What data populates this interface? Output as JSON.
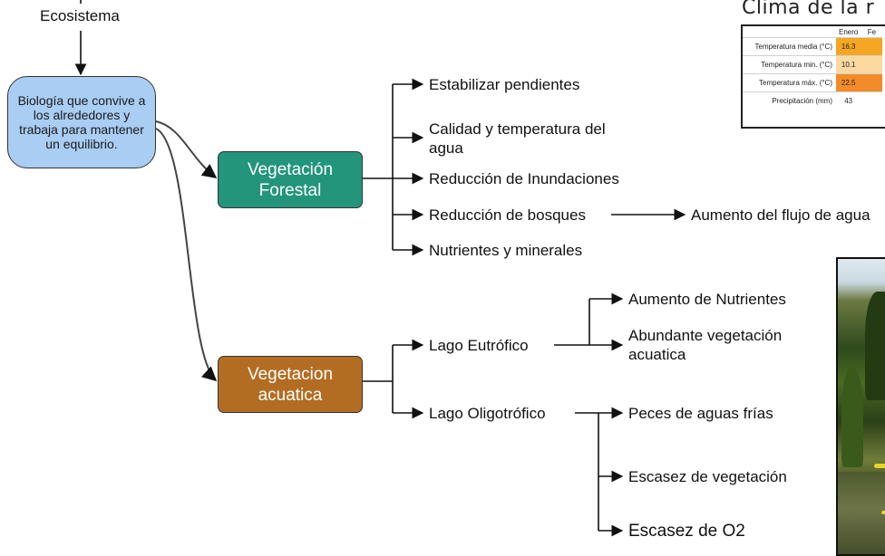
{
  "top": {
    "label": "Ecosistema"
  },
  "root": {
    "text": "Biología que convive a los alrededores y trabaja para mantener un equilibrio."
  },
  "forest": {
    "title": "Vegetación Forestal",
    "color": "#22957b",
    "items": [
      "Estabilizar pendientes",
      "Calidad y temperatura del agua",
      "Reducción de Inundaciones",
      "Reducción de bosques",
      "Nutrientes y minerales"
    ],
    "bosques_effect": "Aumento del flujo de agua"
  },
  "aquatic": {
    "title": "Vegetacion acuatica",
    "color": "#b36d23",
    "eutrofico": {
      "label": "Lago Eutrófico",
      "effects": [
        "Aumento de Nutrientes",
        "Abundante vegetación acuatica"
      ]
    },
    "oligotrofico": {
      "label": "Lago Oligotrófico",
      "effects": [
        "Peces de aguas frías",
        "Escasez de vegetación",
        "Escasez de O2"
      ]
    }
  },
  "climate": {
    "title": "Clima de la r",
    "months": [
      "Enero",
      "Fe"
    ],
    "rows": [
      {
        "label": "Temperatura media (°C)",
        "value": "16.3",
        "color": "#f5a623"
      },
      {
        "label": "Temperatura min. (°C)",
        "value": "10.1",
        "color": "#fbd9a0"
      },
      {
        "label": "Temperatura máx. (°C)",
        "value": "22.5",
        "color": "#f28c28"
      },
      {
        "label": "Precipitación (mm)",
        "value": "43",
        "color": "#ffffff"
      }
    ]
  }
}
